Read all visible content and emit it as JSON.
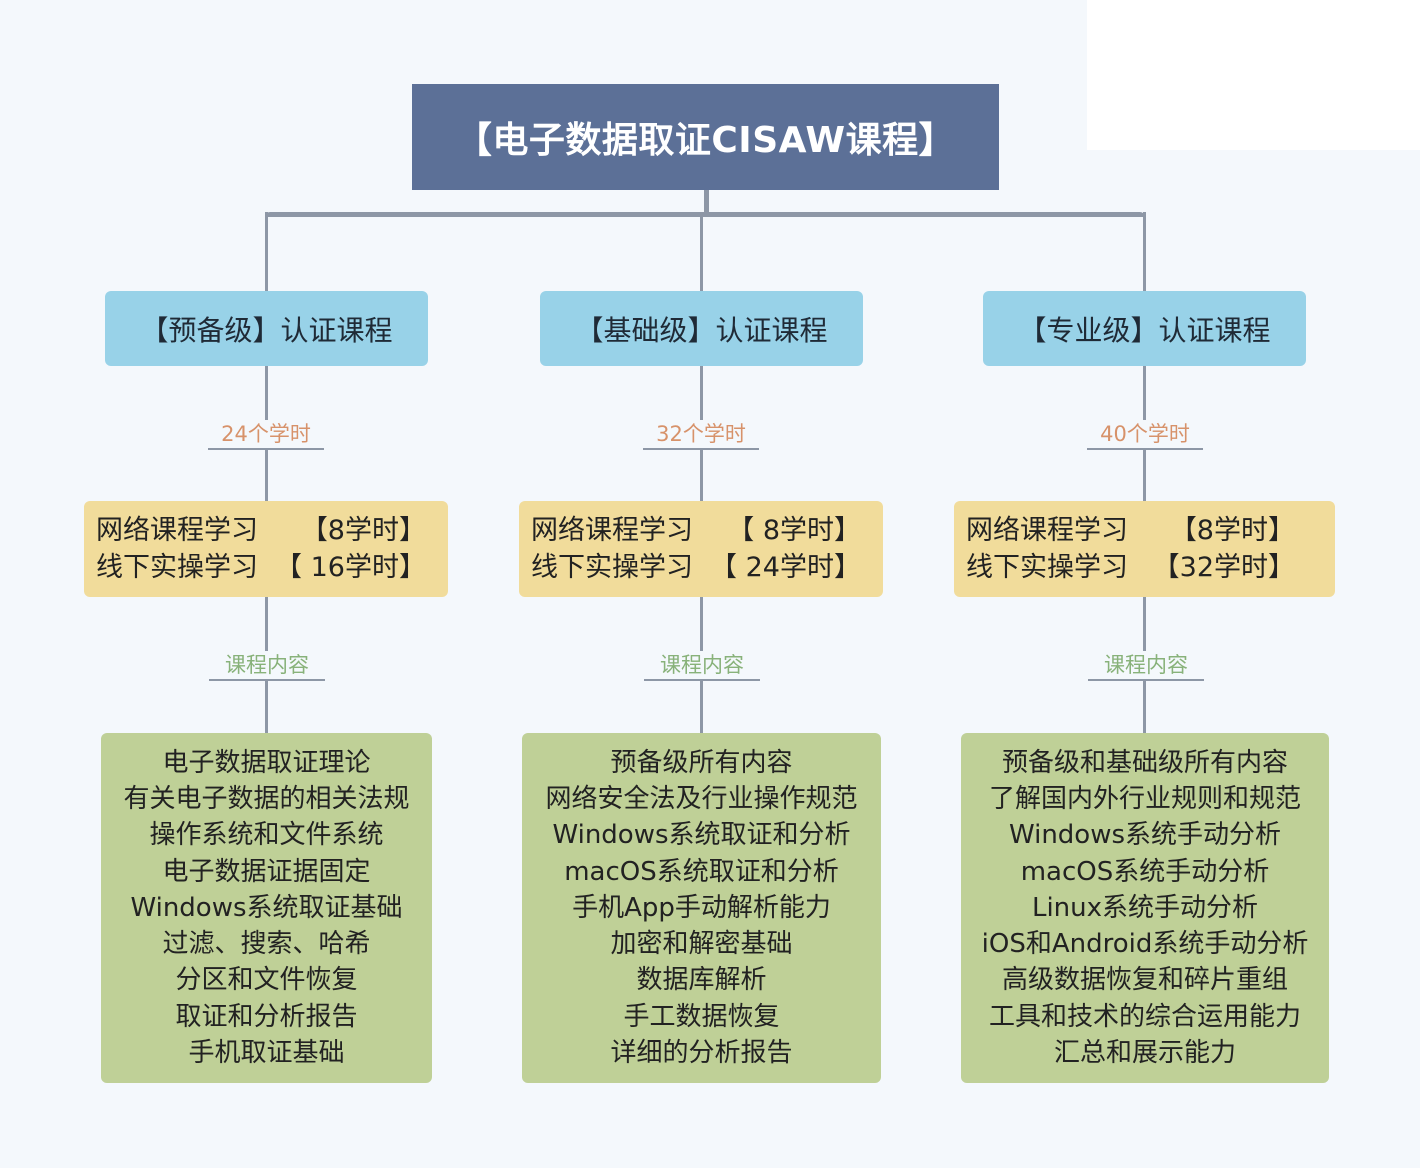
{
  "title": "【电子数据取证CISAW课程】",
  "branches": [
    {
      "level": "【预备级】认证课程",
      "hours_label": "24个学时",
      "hours_rows": [
        {
          "name": "网络课程学习",
          "hours": "【8学时】"
        },
        {
          "name": "线下实操学习",
          "hours": "【 16学时】"
        }
      ],
      "content_label": "课程内容",
      "content": [
        "电子数据取证理论",
        "有关电子数据的相关法规",
        "操作系统和文件系统",
        "电子数据证据固定",
        "Windows系统取证基础",
        "过滤、搜索、哈希",
        "分区和文件恢复",
        "取证和分析报告",
        "手机取证基础"
      ]
    },
    {
      "level": "【基础级】认证课程",
      "hours_label": "32个学时",
      "hours_rows": [
        {
          "name": "网络课程学习",
          "hours": "【 8学时】"
        },
        {
          "name": "线下实操学习",
          "hours": "【 24学时】"
        }
      ],
      "content_label": "课程内容",
      "content": [
        "预备级所有内容",
        "网络安全法及行业操作规范",
        "Windows系统取证和分析",
        "macOS系统取证和分析",
        "手机App手动解析能力",
        "加密和解密基础",
        "数据库解析",
        "手工数据恢复",
        "详细的分析报告"
      ]
    },
    {
      "level": "【专业级】认证课程",
      "hours_label": "40个学时",
      "hours_rows": [
        {
          "name": "网络课程学习",
          "hours": "【8学时】"
        },
        {
          "name": "线下实操学习",
          "hours": "【32学时】"
        }
      ],
      "content_label": "课程内容",
      "content": [
        "预备级和基础级所有内容",
        "了解国内外行业规则和规范",
        "Windows系统手动分析",
        "macOS系统手动分析",
        "Linux系统手动分析",
        "iOS和Android系统手动分析",
        "高级数据恢复和碎片重组",
        "工具和技术的综合运用能力",
        "汇总和展示能力"
      ]
    }
  ]
}
